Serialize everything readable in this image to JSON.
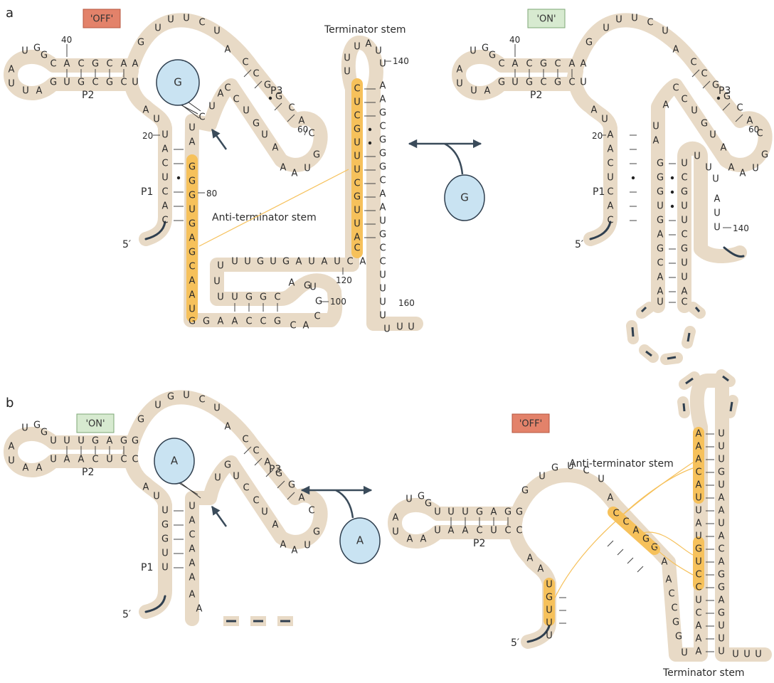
{
  "panel_a": {
    "label": "a",
    "off_badge": "'OFF'",
    "on_badge": "'ON'",
    "ligand": "G",
    "terminator_stem_label": "Terminator stem",
    "anti_terminator_label": "Anti-terminator stem",
    "stem_labels": {
      "p1": "P1",
      "p2": "P2",
      "p3": "P3",
      "p1_on": "P1",
      "p2_on": "P2",
      "p3_on": "P3"
    },
    "five_prime": "5′",
    "numbers": {
      "n40": "40",
      "n60": "60",
      "n20": "20",
      "n80": "80",
      "n100": "100",
      "n120": "120",
      "n140": "140",
      "n160": "160",
      "n40_on": "40",
      "n60_on": "60",
      "n20_on": "20",
      "n140_on": "140"
    }
  },
  "panel_b": {
    "label": "b",
    "on_badge": "'ON'",
    "off_badge": "'OFF'",
    "ligand": "A",
    "terminator_stem_label": "Terminator stem",
    "anti_terminator_label": "Anti-terminator stem",
    "stem_labels": {
      "p1": "P1",
      "p2": "P2",
      "p3": "P3",
      "p2_off": "P2"
    },
    "five_prime": "5′"
  },
  "colors": {
    "backbone": "#e8dac6",
    "highlight": "#f6c15b",
    "off_badge": "#e3826a",
    "on_badge": "#d7ead0",
    "ligand_fill": "#c9e3f2",
    "ligand_stroke": "#2f3f4f",
    "arrow": "#3a4b5a"
  }
}
